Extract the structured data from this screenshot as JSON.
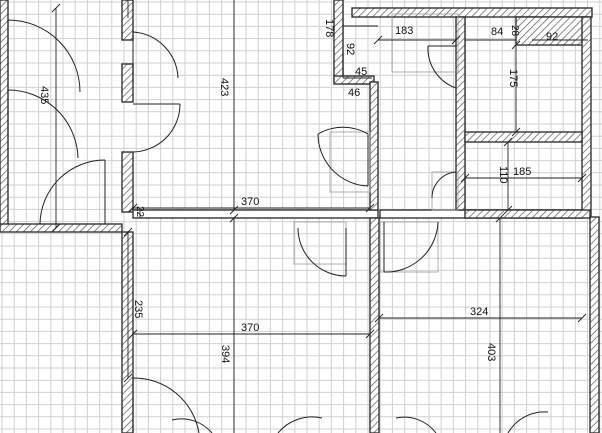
{
  "plan": {
    "dimensions": {
      "d435": "435",
      "d423": "423",
      "d370_top": "370",
      "d370_bottom": "370",
      "d22": "22",
      "d178": "178",
      "d92_left": "92",
      "d45": "45",
      "d46": "46",
      "d183": "183",
      "d84": "84",
      "d28": "28",
      "d92_right": "92",
      "d175": "175",
      "d110": "110",
      "d185": "185",
      "d235": "235",
      "d394": "394",
      "d324": "324",
      "d403": "403"
    },
    "colors": {
      "grid": "#cfcfcf",
      "wall_stroke": "#333333",
      "hatch": "#555555",
      "ink": "#111111"
    }
  }
}
